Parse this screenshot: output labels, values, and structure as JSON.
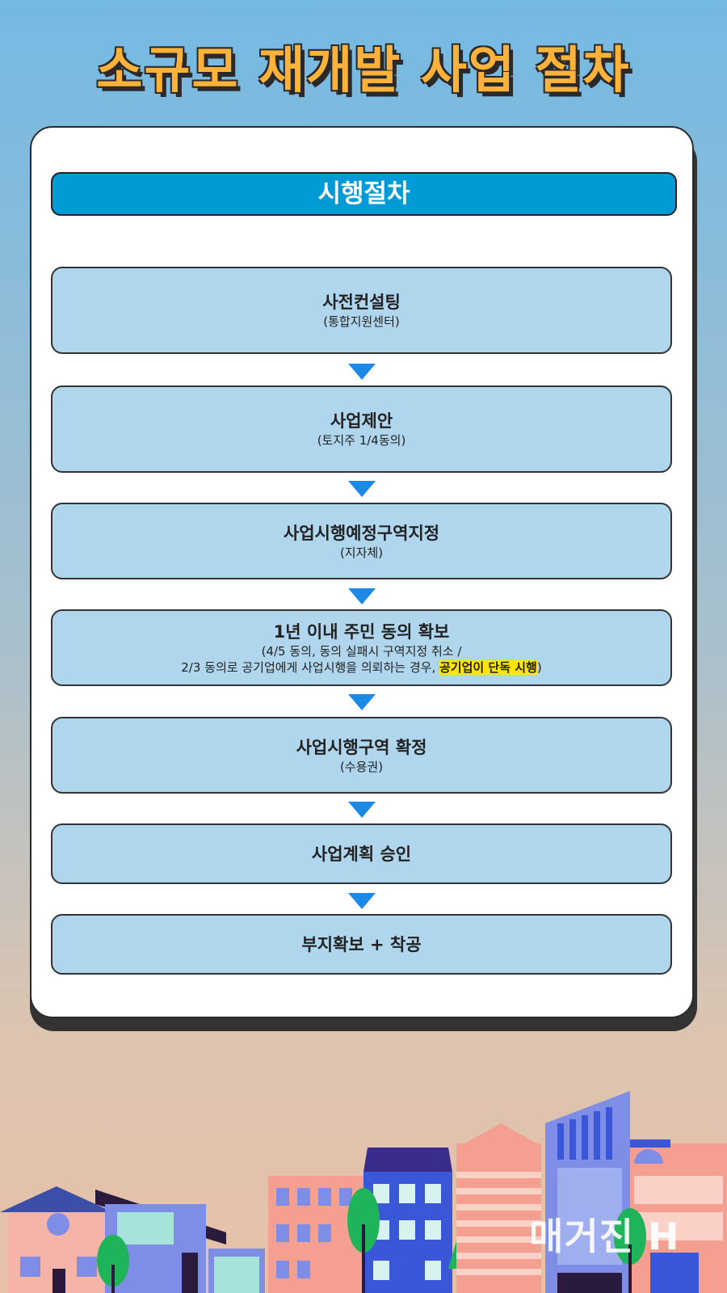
{
  "title": "소규모 재개발 사업 절차",
  "section_header": "시행절차",
  "steps": [
    {
      "title": "사전컨설팅",
      "detail": "(통합지원센터)"
    },
    {
      "title": "사업제안",
      "detail": "(토지주 1/4동의)"
    },
    {
      "title": "사업시행예정구역지정",
      "detail": "(지자체)"
    },
    {
      "title": "1년 이내 주민 동의 확보",
      "detail_line1": "(4/5 동의, 동의 실패시 구역지정 취소 /",
      "detail_line2_a": "2/3 동의로 공기업에게 사업시행을 의뢰하는 경우, ",
      "detail_line2_highlight": "공기업이 단독 시행",
      "detail_line2_b": ")"
    },
    {
      "title": "사업시행구역 확정",
      "detail": "(수용권)"
    },
    {
      "title": "사업계획 승인"
    },
    {
      "title": "부지확보 + 착공"
    }
  ],
  "logo_text": "매거진 H",
  "colors": {
    "title": "#ffb23a",
    "header": "#009bd6",
    "step_bg": "#b0d6ee",
    "arrow": "#1e88e5",
    "highlight": "#ffe600"
  }
}
